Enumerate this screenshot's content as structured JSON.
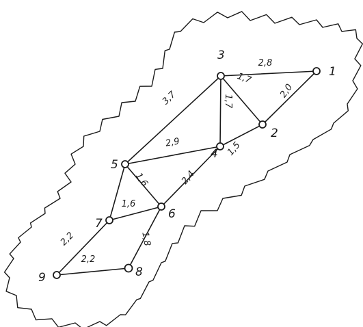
{
  "diagram": {
    "nodes": [
      {
        "id": "1",
        "label": "1"
      },
      {
        "id": "2",
        "label": "2"
      },
      {
        "id": "3",
        "label": "3"
      },
      {
        "id": "4",
        "label": "4"
      },
      {
        "id": "5",
        "label": "5"
      },
      {
        "id": "6",
        "label": "6"
      },
      {
        "id": "7",
        "label": "7"
      },
      {
        "id": "8",
        "label": "8"
      },
      {
        "id": "9",
        "label": "9"
      }
    ],
    "edges": [
      {
        "from": "3",
        "to": "1",
        "label": "2,8"
      },
      {
        "from": "3",
        "to": "2",
        "label": "1,7"
      },
      {
        "from": "1",
        "to": "2",
        "label": "2,0"
      },
      {
        "from": "3",
        "to": "4",
        "label": "1,7"
      },
      {
        "from": "4",
        "to": "2",
        "label": "1,5"
      },
      {
        "from": "3",
        "to": "5",
        "label": "3,7"
      },
      {
        "from": "5",
        "to": "4",
        "label": "2,9"
      },
      {
        "from": "5",
        "to": "6",
        "label": "1,6"
      },
      {
        "from": "6",
        "to": "4",
        "label": "2,4"
      },
      {
        "from": "5",
        "to": "7",
        "label": ""
      },
      {
        "from": "7",
        "to": "6",
        "label": "1,6"
      },
      {
        "from": "6",
        "to": "8",
        "label": "1,8"
      },
      {
        "from": "7",
        "to": "9",
        "label": "2,2"
      },
      {
        "from": "9",
        "to": "8",
        "label": "2,2"
      }
    ]
  }
}
